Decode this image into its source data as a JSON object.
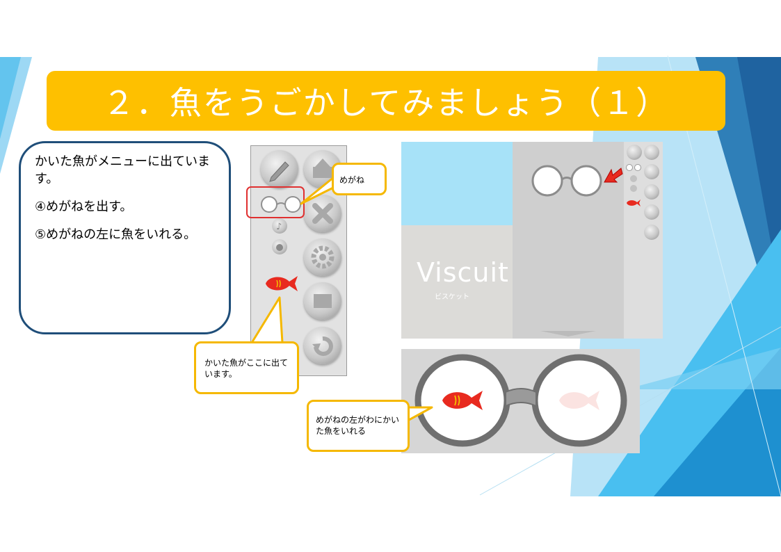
{
  "title": "２．魚をうごかしてみましょう（１）",
  "instructions": [
    "かいた魚がメニューに出ています。",
    "④めがねを出す。",
    "⑤めがねの左に魚をいれる。"
  ],
  "callouts": {
    "glasses": "めがね",
    "fish_menu": "かいた魚がここに出ています。",
    "glasses_left": "めがねの左がわにかいた魚をいれる"
  },
  "app": {
    "logo": "Viscuit",
    "logo_sub": "ビスケット"
  },
  "colors": {
    "title_bg": "#fec000",
    "box_border": "#1f4e79",
    "callout_border": "#f5b800",
    "highlight": "#e03030",
    "fish": "#e82a1f"
  },
  "icons": [
    "pencil-icon",
    "share-icon",
    "close-icon",
    "gear-icon",
    "window-icon",
    "undo-icon",
    "music-note-icon",
    "hand-icon",
    "fish-icon",
    "glasses-icon",
    "red-arrow-icon"
  ]
}
